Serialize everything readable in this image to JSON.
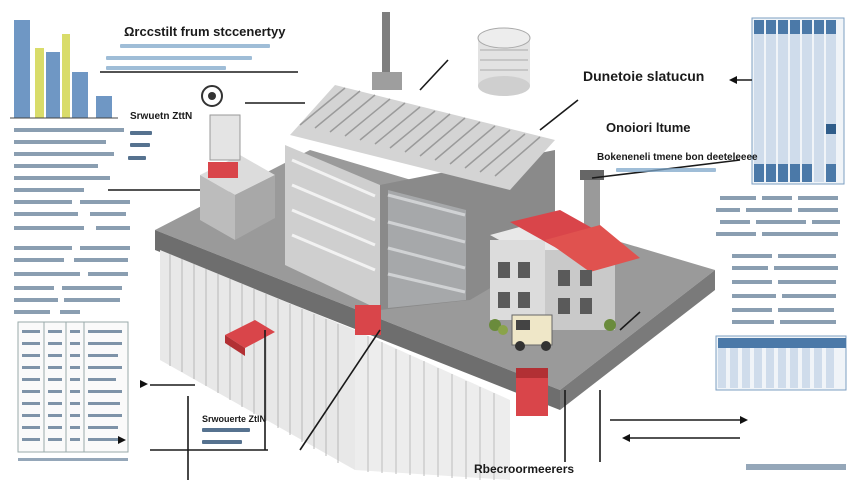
{
  "labels": {
    "top_heading": "Ωrccstilt frum stccenertyy",
    "right_heading_1": "Dunetoie slatucun",
    "right_heading_2": "Onoiori ltume",
    "right_heading_3": "Bokeneneli tmene bon deeteleeee",
    "left_small_1": "Srwuetn ZttN",
    "bottom_left_small": "Srwouerte ZtlN",
    "bottom_center": "Rbecroormeerers"
  },
  "colors": {
    "bar_blue": "#6f97c4",
    "bar_yellow": "#d9dc6a",
    "roof_red": "#d9454a",
    "wall_grey": "#8e8e8e",
    "slat_white": "#f3f3f3",
    "accent_blue": "#2f5d8a"
  },
  "icons": {
    "left_pointer": "arrow-right-icon",
    "right_pointer": "arrow-left-icon"
  }
}
